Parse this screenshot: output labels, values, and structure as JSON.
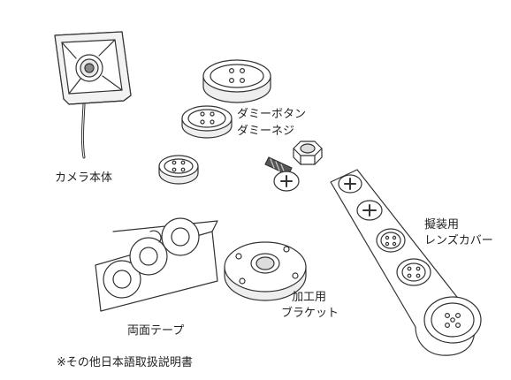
{
  "labels": {
    "camera": "カメラ本体",
    "dummy_button": "ダミーボタン",
    "dummy_screw": "ダミーネジ",
    "camouflage_line1": "擬装用",
    "camouflage_line2": "レンズカバー",
    "double_tape": "両面テープ",
    "bracket_line1": "加工用",
    "bracket_line2": "ブラケット",
    "manual_note": "※その他日本語取扱説明書"
  }
}
